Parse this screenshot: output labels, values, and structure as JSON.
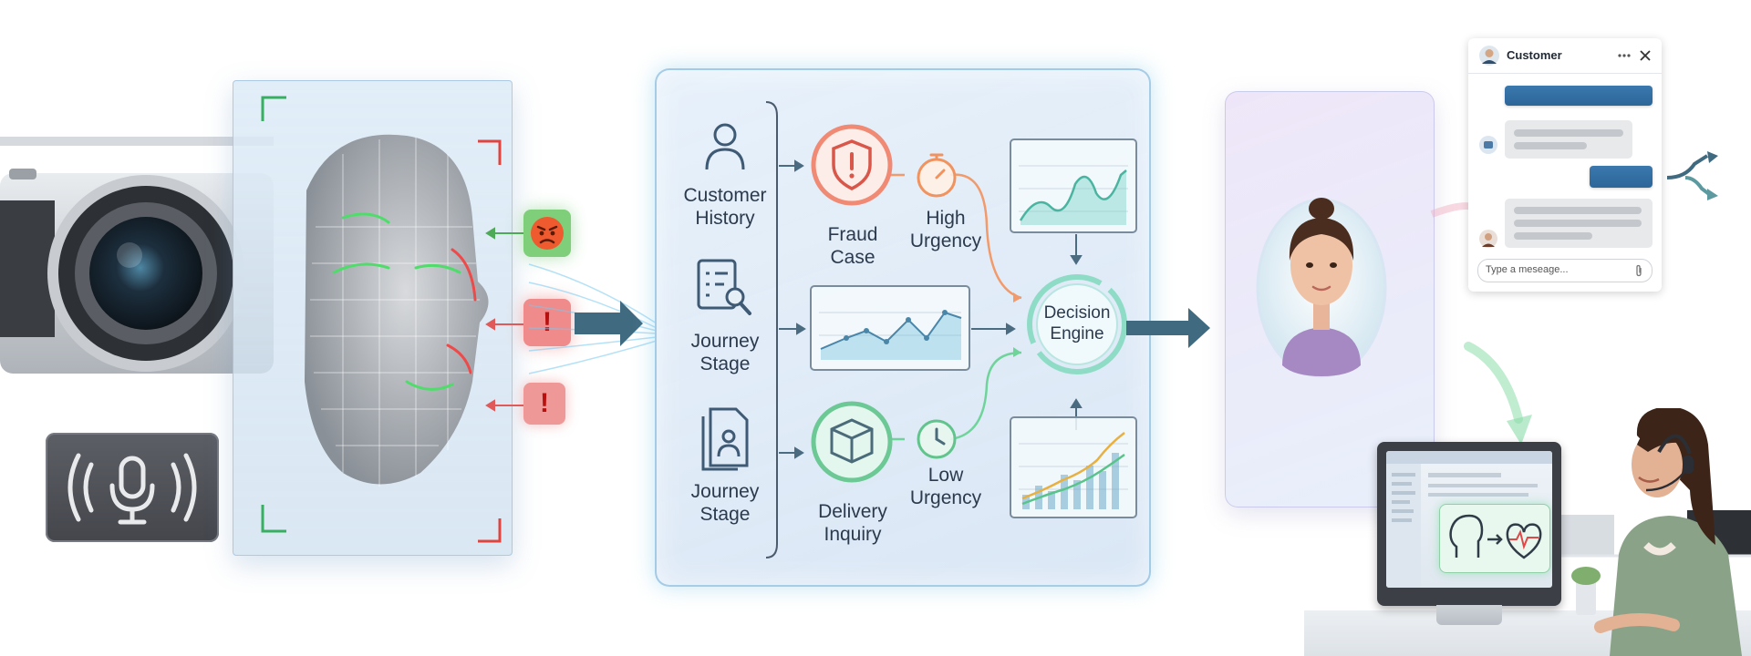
{
  "central_panel": {
    "inputs": [
      {
        "label_lines": [
          "Customer",
          "History"
        ],
        "icon": "person-icon"
      },
      {
        "label_lines": [
          "Journey",
          "Stage"
        ],
        "icon": "checklist-search-icon"
      },
      {
        "label_lines": [
          "Journey",
          "Stage"
        ],
        "icon": "document-person-icon"
      }
    ],
    "cases": [
      {
        "label_lines": [
          "Fraud",
          "Case"
        ],
        "icon": "shield-alert-icon",
        "urgency_lines": [
          "High",
          "Urgency"
        ],
        "urgency_icon": "stopwatch-icon",
        "accent": "#e8604c"
      },
      {
        "label_lines": [
          "Delivery",
          "Inquiry"
        ],
        "icon": "package-icon",
        "urgency_lines": [
          "Low",
          "Urgency"
        ],
        "urgency_icon": "clock-icon",
        "accent": "#4cc489"
      }
    ],
    "engine_lines": [
      "Decision",
      "Engine"
    ]
  },
  "chat": {
    "title": "Customer",
    "more_icon": "ellipsis-icon",
    "close_icon": "close-icon",
    "input_placeholder": "Type a meseage...",
    "attach_icon": "paperclip-icon"
  },
  "colors": {
    "accent_blue": "#3a78ad",
    "alert_red": "#e04848",
    "positive_green": "#5cc46a",
    "arrow_slate": "#3f6a80"
  }
}
